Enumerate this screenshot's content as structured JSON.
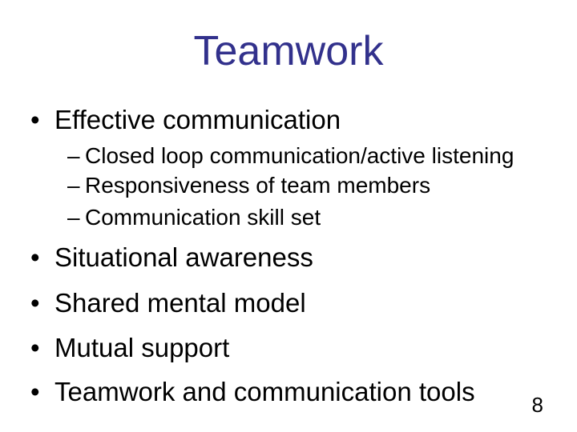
{
  "slide": {
    "title": "Teamwork",
    "title_color": "#32318C",
    "text_color": "#000000",
    "background_color": "#FFFFFF",
    "bullet_glyph": "•",
    "sub_bullet_glyph": "–",
    "bullets": [
      {
        "level": 1,
        "text": "Effective communication"
      },
      {
        "level": 2,
        "text": "Closed loop communication/active listening"
      },
      {
        "level": 2,
        "text": "Responsiveness of team members"
      },
      {
        "level": 2,
        "text": "Communication skill set"
      },
      {
        "level": 1,
        "text": "Situational awareness"
      },
      {
        "level": 1,
        "text": "Shared mental model"
      },
      {
        "level": 1,
        "text": "Mutual support"
      },
      {
        "level": 1,
        "text": "Teamwork and communication tools"
      }
    ],
    "page_number": "8"
  }
}
